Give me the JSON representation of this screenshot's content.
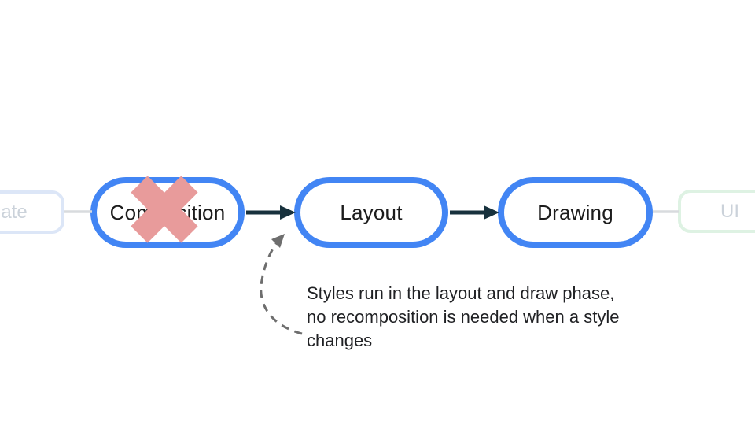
{
  "diagram": {
    "nodes": {
      "state": {
        "label": "ate"
      },
      "composition": {
        "label": "Composition"
      },
      "layout": {
        "label": "Layout"
      },
      "drawing": {
        "label": "Drawing"
      },
      "ui": {
        "label": "UI"
      }
    },
    "annotation": {
      "lines": [
        "Styles run in the layout and draw phase,",
        "no recomposition is needed when a style",
        "changes"
      ]
    },
    "colors": {
      "node_border_blue": "#4285f4",
      "arrow_dark": "#17313d",
      "cross_red": "#e89b9b",
      "muted_line": "#d8dbde",
      "muted_text": "#cbd2da",
      "state_border": "#dce6f7",
      "ui_border": "#def2e3",
      "dashed_arrow": "#6e6e6e",
      "text": "#202124"
    }
  }
}
